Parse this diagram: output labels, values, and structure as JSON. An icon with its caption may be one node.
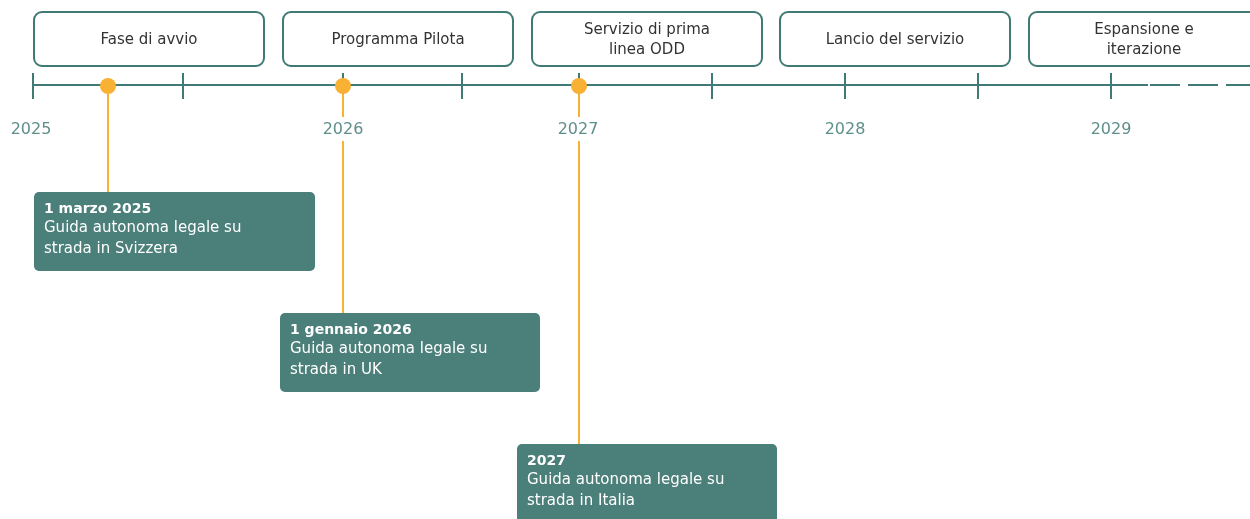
{
  "diagram": {
    "nodes": [
      {
        "text": [
          "Fase di avvio"
        ]
      },
      {
        "text": [
          "Programma Pilota"
        ]
      },
      {
        "text": [
          "Servizio di prima linea ODD"
        ]
      },
      {
        "text": [
          "Lancio del servizio"
        ]
      },
      {
        "text": [
          "Espansione e iterazione"
        ]
      },
      {
        "text": [],
        "shape": "circle"
      },
      {
        "text": [],
        "shape": "circle"
      },
      {
        "text": [],
        "shape": "circle"
      },
      {
        "text": [
          "1 marzo 2025",
          "Guida autonoma legale su strada in Svizzera"
        ]
      },
      {
        "text": [
          "1 gennaio 2026",
          "Guida autonoma legale su strada in UK"
        ]
      },
      {
        "text": [
          "2027",
          "Guida autonoma legale su strada in Italia"
        ]
      }
    ],
    "edges": [
      {
        "from": 5,
        "to": 8,
        "arrow": "none"
      },
      {
        "from": 6,
        "to": 9,
        "arrow": "none"
      },
      {
        "from": 7,
        "to": 10,
        "arrow": "none"
      }
    ],
    "labels": [
      "2025",
      "2026",
      "2027",
      "2028",
      "2029"
    ]
  }
}
